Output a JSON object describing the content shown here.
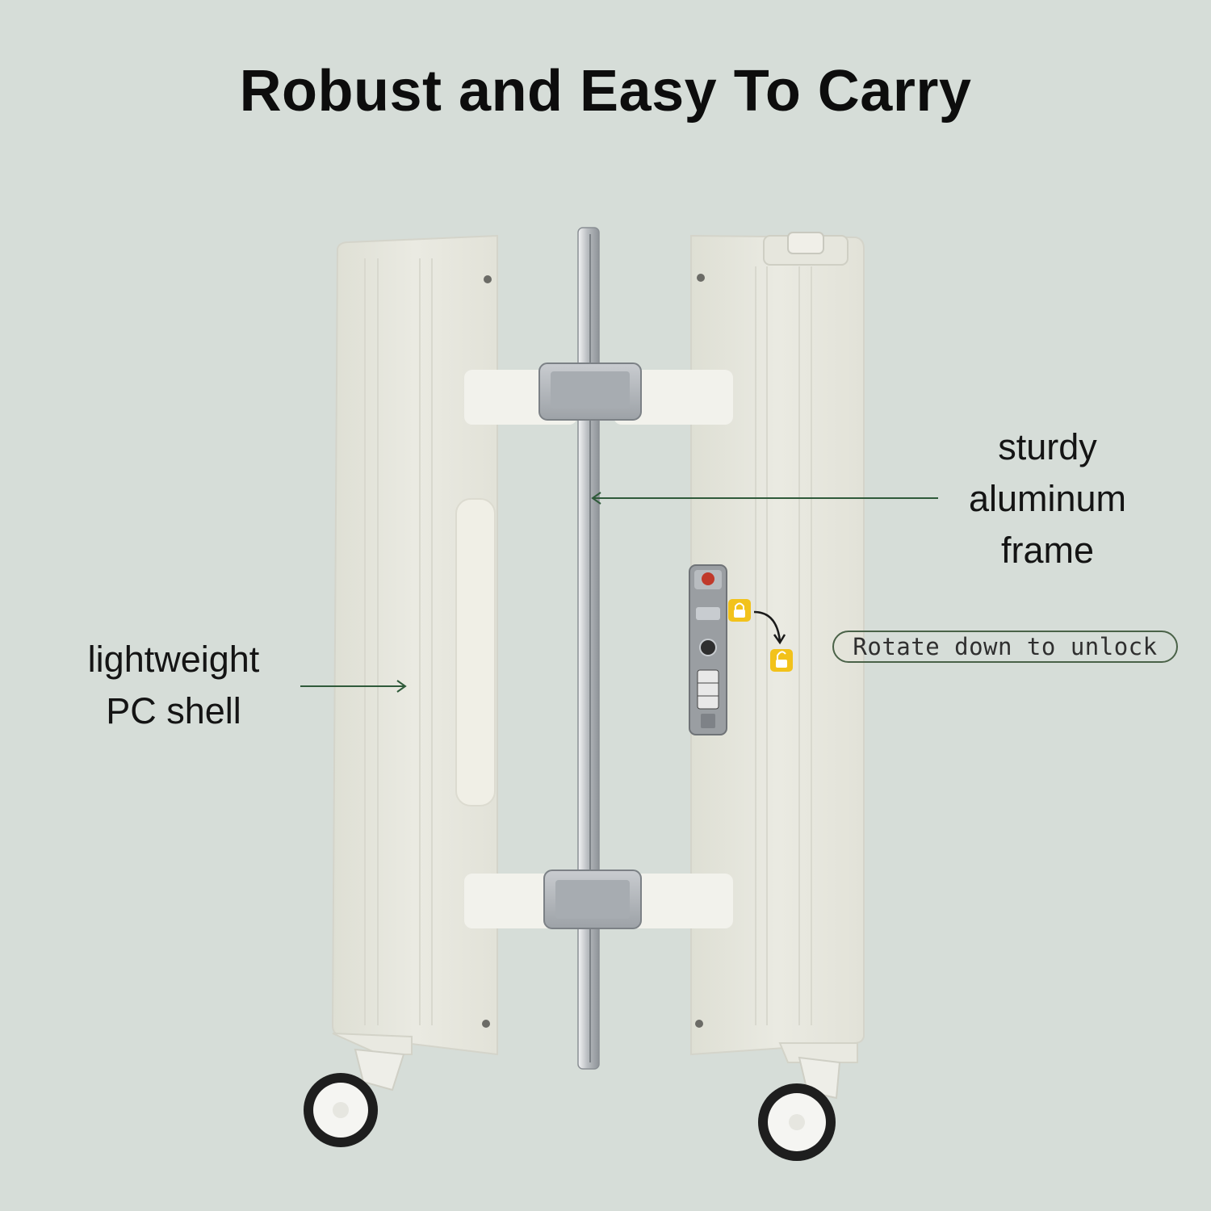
{
  "title": "Robust and Easy To Carry",
  "labels": {
    "shell": [
      "lightweight",
      "PC shell"
    ],
    "frame": [
      "sturdy",
      "aluminum",
      "frame"
    ],
    "unlock_tip": "Rotate down to unlock"
  },
  "colors": {
    "background": "#d6ddd8",
    "shell": "#e7e7de",
    "frame": "#bfc3c6",
    "arrow": "#2f5a3a",
    "lock_badge": "#f2c21b"
  },
  "icons": [
    "padlock-closed-icon",
    "padlock-open-icon",
    "curved-arrow-icon",
    "arrow-icon"
  ]
}
